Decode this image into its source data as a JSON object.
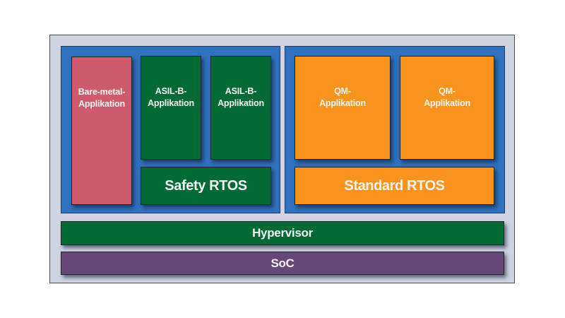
{
  "diagram": {
    "colors": {
      "background": "#d0d3e0",
      "partition": "#2f72bf",
      "bare_metal": "#cf5a6b",
      "safety": "#036a35",
      "standard": "#f8941d",
      "soc": "#674678"
    },
    "safety_partition": {
      "bare_metal_app": [
        "Bare-metal-",
        "Applikation"
      ],
      "asil_apps": [
        [
          "ASIL-B-",
          "Applikation"
        ],
        [
          "ASIL-B-",
          "Applikation"
        ]
      ],
      "rtos": "Safety RTOS"
    },
    "standard_partition": {
      "qm_apps": [
        [
          "QM-",
          "Applikation"
        ],
        [
          "QM-",
          "Applikation"
        ]
      ],
      "rtos": "Standard RTOS"
    },
    "hypervisor": "Hypervisor",
    "soc": "SoC"
  }
}
